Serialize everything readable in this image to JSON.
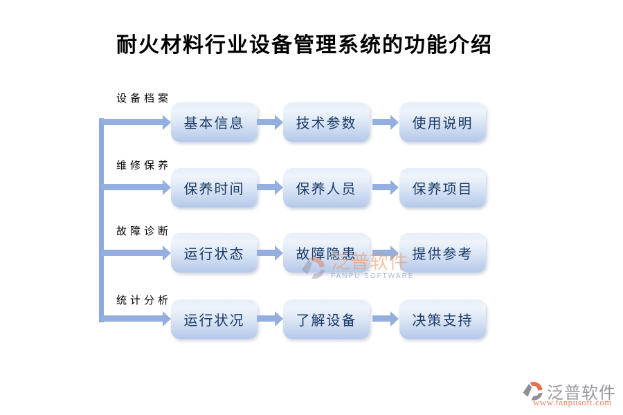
{
  "title": "耐火材料行业设备管理系统的功能介绍",
  "rows": [
    {
      "label": "设备档案",
      "boxes": [
        "基本信息",
        "技术参数",
        "使用说明"
      ]
    },
    {
      "label": "维修保养",
      "boxes": [
        "保养时间",
        "保养人员",
        "保养项目"
      ]
    },
    {
      "label": "故障诊断",
      "boxes": [
        "运行状态",
        "故障隐患",
        "提供参考"
      ]
    },
    {
      "label": "统计分析",
      "boxes": [
        "运行状况",
        "了解设备",
        "决策支持"
      ]
    }
  ],
  "watermark": {
    "brand": "泛普软件",
    "subtitle": "FANPU SOFTWARE"
  },
  "footer_logo": {
    "brand": "泛普软件",
    "url": "www.fanpusoft.com"
  },
  "colors": {
    "arrow": "#93aedf",
    "box_gradient_top": "#eff4fb",
    "box_gradient_bottom": "#b5c8ea",
    "box_text": "#1a3a66",
    "title_text": "#000000",
    "label_text": "#000000",
    "watermark_orange": "#e79e70",
    "watermark_blue": "#94accd",
    "logo_gray": "#8e8e98",
    "logo_orange": "#e2734d",
    "url_orange": "#e8835f"
  }
}
